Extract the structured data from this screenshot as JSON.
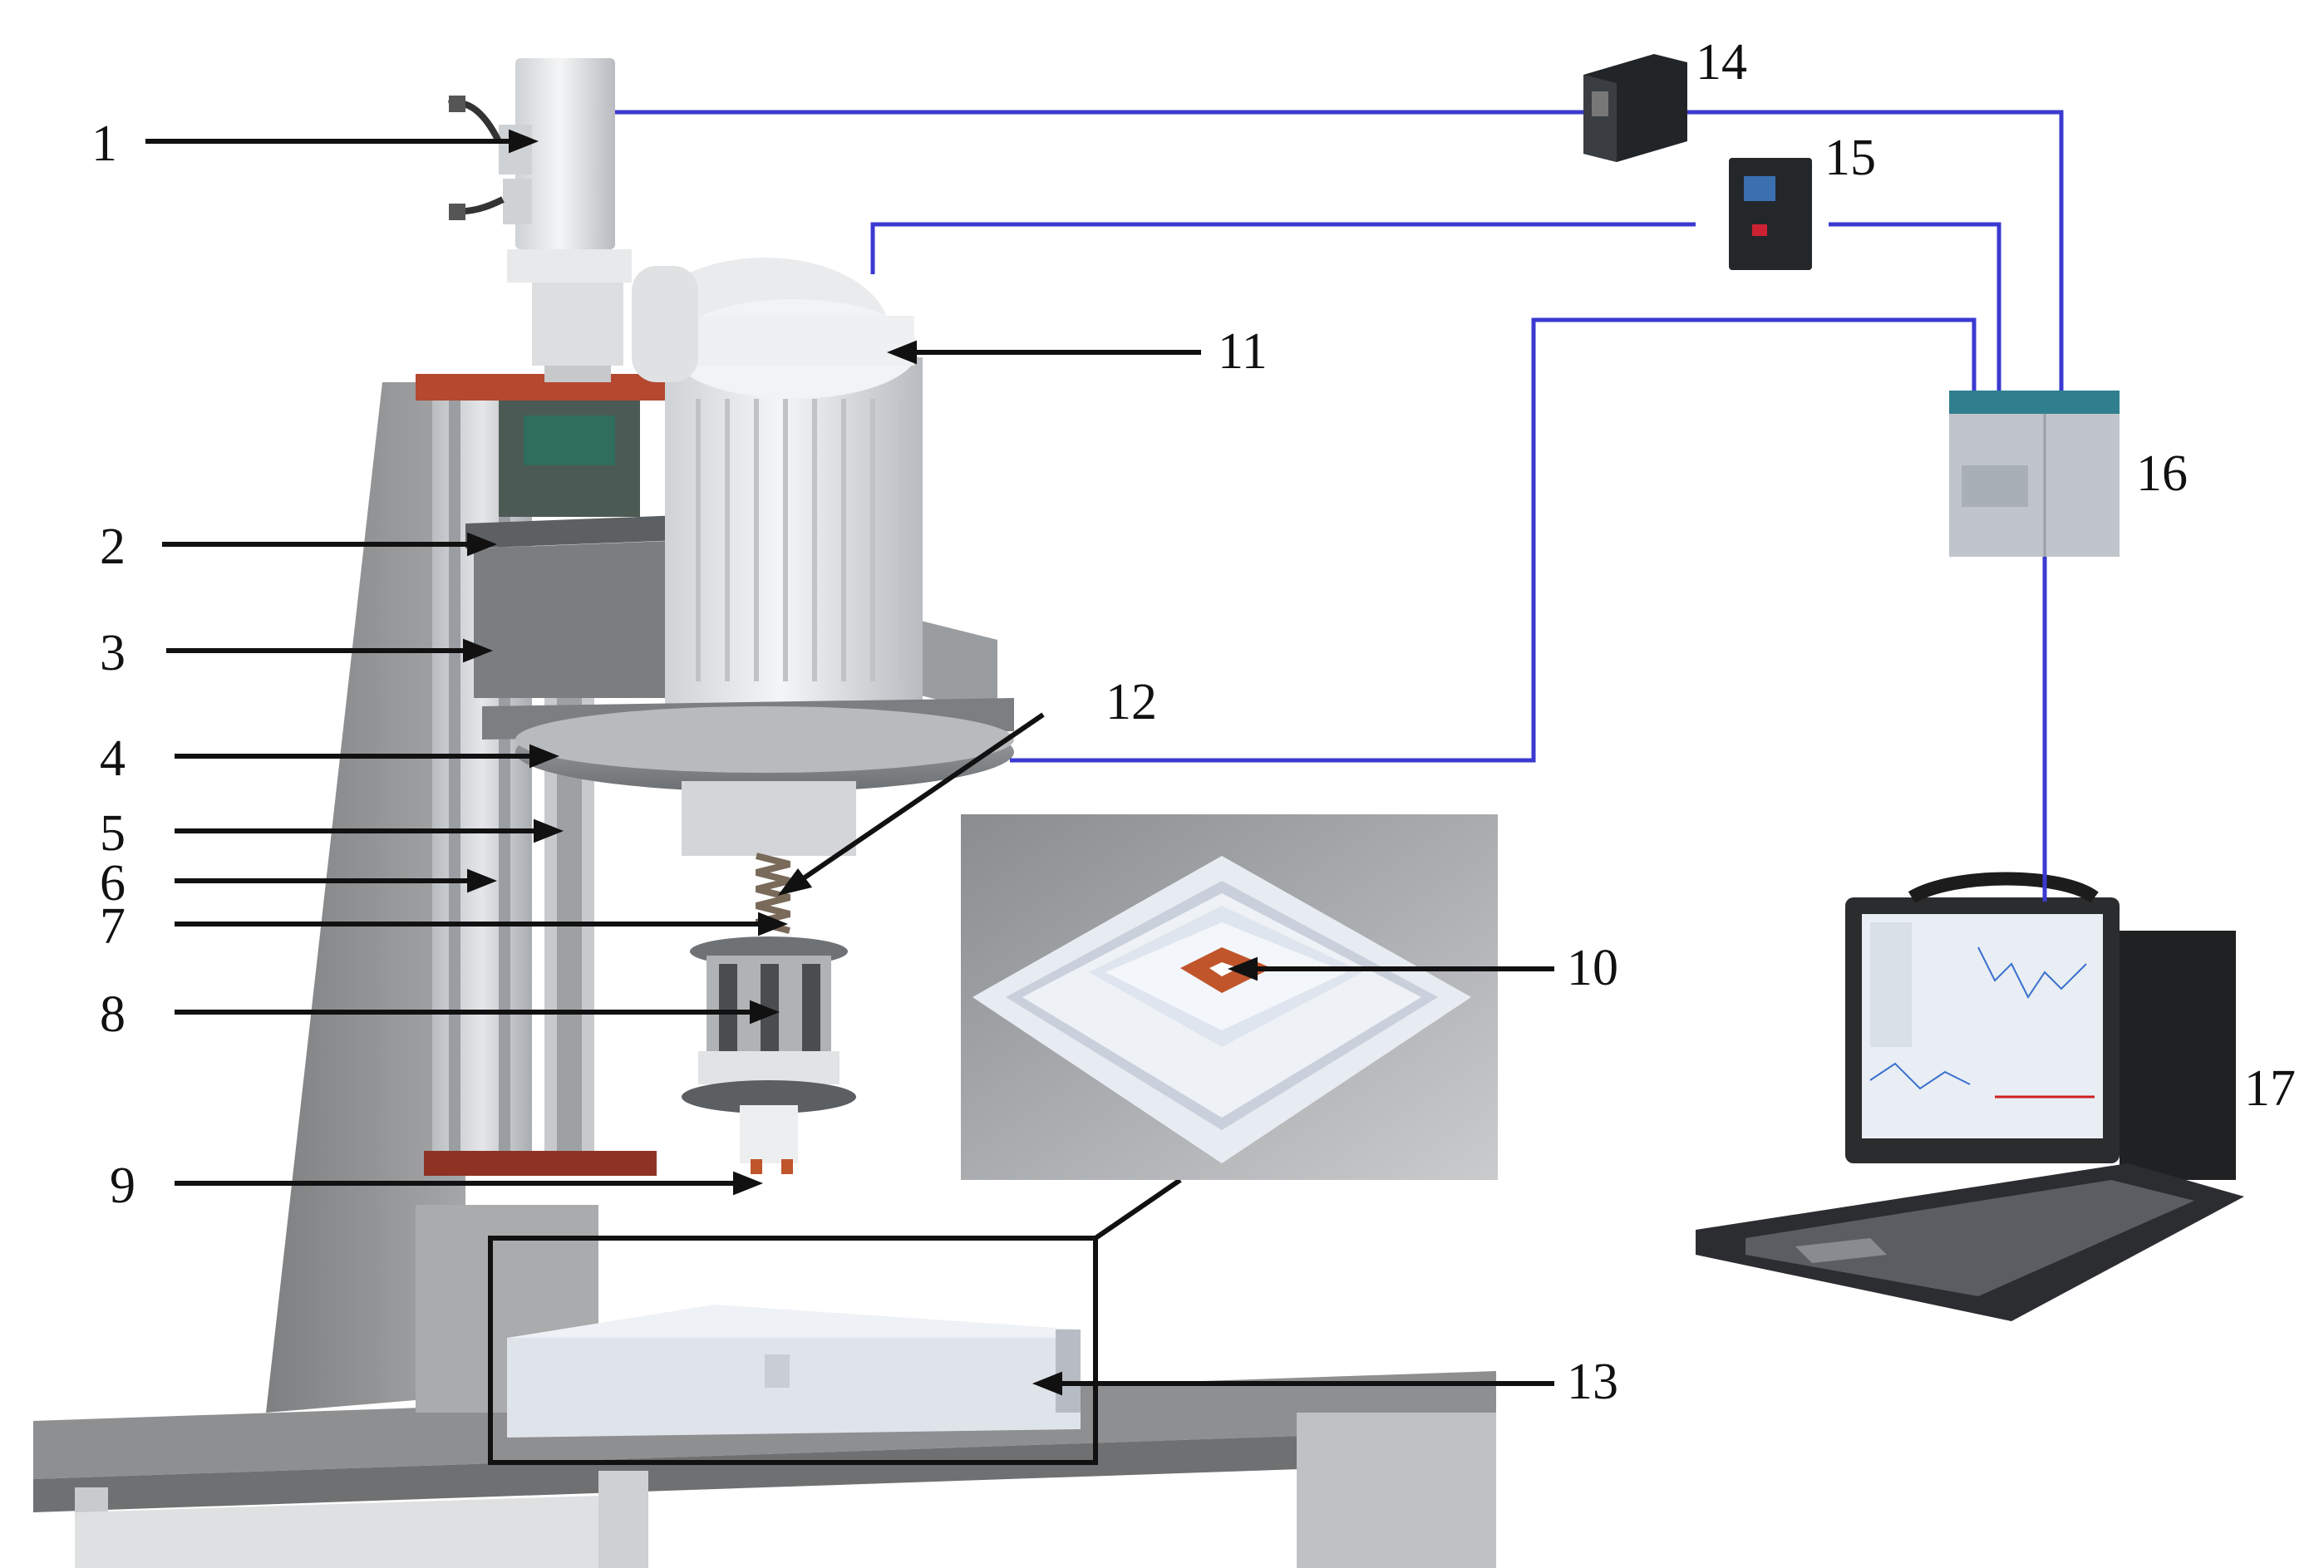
{
  "colors": {
    "cable": "#3a3ad0",
    "arrow": "#111111",
    "frame_grey": "#8f8f8f",
    "plate_red": "#b5482f",
    "sample_orange": "#c0552c",
    "machine_white": "#e6e8ea"
  },
  "callouts": [
    {
      "id": "1",
      "label": "1"
    },
    {
      "id": "2",
      "label": "2"
    },
    {
      "id": "3",
      "label": "3"
    },
    {
      "id": "4",
      "label": "4"
    },
    {
      "id": "5",
      "label": "5"
    },
    {
      "id": "6",
      "label": "6"
    },
    {
      "id": "7",
      "label": "7"
    },
    {
      "id": "8",
      "label": "8"
    },
    {
      "id": "9",
      "label": "9"
    },
    {
      "id": "10",
      "label": "10"
    },
    {
      "id": "11",
      "label": "11"
    },
    {
      "id": "12",
      "label": "12"
    },
    {
      "id": "13",
      "label": "13"
    },
    {
      "id": "14",
      "label": "14"
    },
    {
      "id": "15",
      "label": "15"
    },
    {
      "id": "16",
      "label": "16"
    },
    {
      "id": "17",
      "label": "17"
    }
  ],
  "components": {
    "servo_motor": {
      "icon": "servo-motor-icon"
    },
    "spindle_motor": {
      "icon": "spindle-motor-icon"
    },
    "servo_driver": {
      "icon": "servo-driver-icon"
    },
    "inverter": {
      "icon": "inverter-icon"
    },
    "plc": {
      "icon": "plc-icon"
    },
    "industrial_laptop": {
      "icon": "laptop-icon"
    },
    "tank": {
      "icon": "tank-icon"
    }
  }
}
